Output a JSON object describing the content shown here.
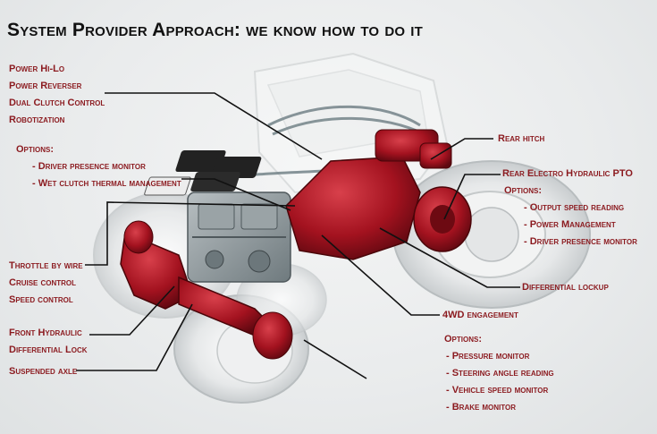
{
  "title": "System Provider Approach: we know how to do it",
  "labels": {
    "transmission": [
      "Power Hi-Lo",
      "Power Reverser",
      "Dual Clutch Control",
      "Robotization"
    ],
    "options_left": [
      "Options:",
      "- Driver presence monitor",
      "- Wet clutch thermal management"
    ],
    "rear_hitch": "Rear hitch",
    "pto": [
      "Rear Electro Hydraulic PTO",
      "Options:",
      "- Output speed reading",
      "- Power Management",
      "- Driver presence monitor"
    ],
    "throttle": [
      "Throttle by wire",
      "Cruise control",
      "Speed control"
    ],
    "front_hydraulic": [
      "Front Hydraulic",
      "Differential Lock"
    ],
    "suspended_axle": "Suspended axle",
    "differential_lockup": "Differential lockup",
    "four_wd": "4WD engagement",
    "options_bottom": [
      "Options:",
      "- Pressure monitor",
      "- Steering angle reading",
      "- Vehicle speed monitor",
      "- Brake monitor"
    ]
  },
  "colors": {
    "label_red": "#8b1a1f",
    "component_red": "#a3121f",
    "leader_line": "#111111"
  }
}
